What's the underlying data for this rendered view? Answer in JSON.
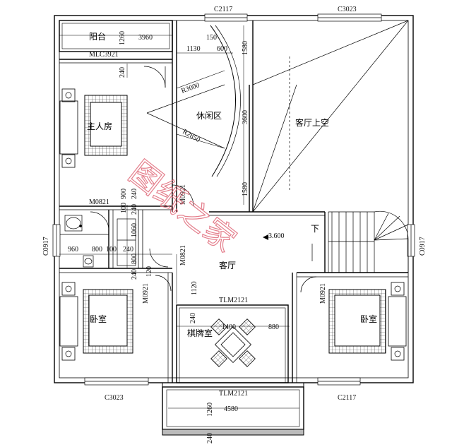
{
  "rooms": {
    "balcony": "阳台",
    "master_bedroom": "主人房",
    "leisure_area": "休闲区",
    "living_void": "客厅上空",
    "living_room": "客厅",
    "bedroom_left": "卧室",
    "bedroom_right": "卧室",
    "chess_room": "棋牌室"
  },
  "openings": {
    "c2117_top": "C2117",
    "c3023_top": "C3023",
    "mlc3921": "MLC3921",
    "m0821_a": "M0821",
    "m0921_a": "M0921",
    "m0821_b": "M0821",
    "m0921_b": "M0921",
    "m0921_c": "M0921",
    "c0917_left": "C0917",
    "c0917_right": "C0917",
    "tlm2121_top": "TLM2121",
    "tlm2121_bottom": "TLM2121",
    "c3023_bottom": "C3023",
    "c2117_bottom": "C2117"
  },
  "dimensions": {
    "d1260_balcony": "1260",
    "d3960": "3960",
    "d240_a": "240",
    "d1130": "1130",
    "d600": "600",
    "d150": "150",
    "d1580_top": "1580",
    "d3600": "3600",
    "d1580_bottom": "1580",
    "d900": "900",
    "d240_b": "240",
    "d100_a": "100",
    "d240_c": "240",
    "d1060": "1060",
    "d960": "960",
    "d800_a": "800",
    "d100_b": "100",
    "d240_d": "240",
    "d800_b": "800",
    "d240_e": "240",
    "d120": "120",
    "d1120": "1120",
    "d240_f": "240",
    "d1400": "1400",
    "d880": "880",
    "d1260_bottom": "1260",
    "d4580": "4580",
    "d240_g": "240"
  },
  "annotations": {
    "r3000": "R3000",
    "r2850": "R2850",
    "level": "3.600",
    "stair_down": "下"
  },
  "watermark": "图纸之家"
}
